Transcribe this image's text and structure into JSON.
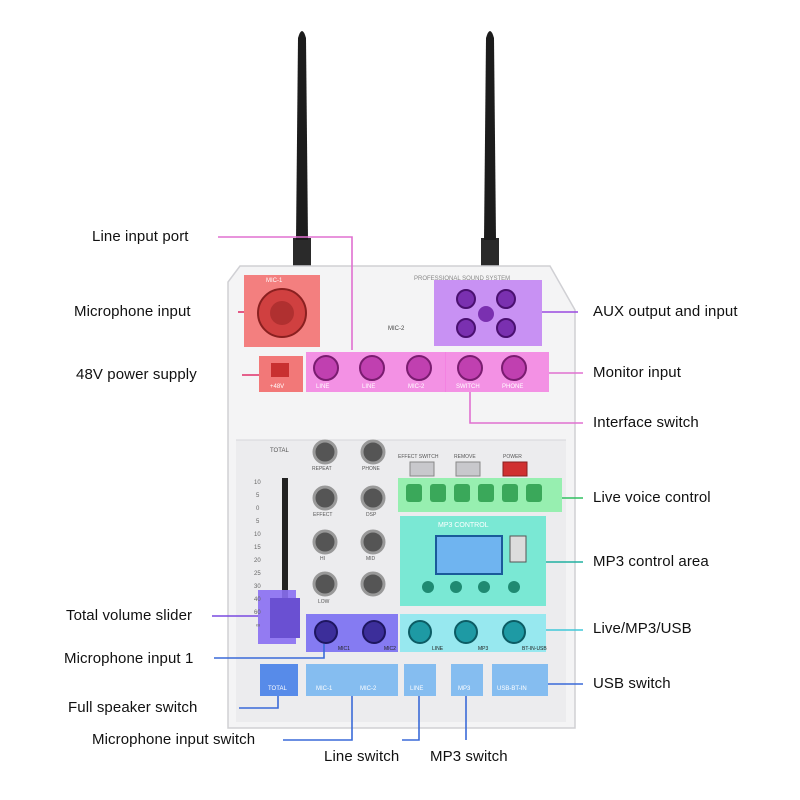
{
  "labels": {
    "line_input_port": "Line input port",
    "microphone_input": "Microphone input",
    "power_48v": "48V power supply",
    "total_volume_slider": "Total volume slider",
    "microphone_input_1": "Microphone input 1",
    "full_speaker_switch": "Full speaker switch",
    "microphone_input_switch": "Microphone input switch",
    "line_switch": "Line switch",
    "mp3_switch": "MP3 switch",
    "usb_switch": "USB switch",
    "live_mp3_usb": "Live/MP3/USB",
    "mp3_control_area": "MP3 control area",
    "live_voice_control": "Live voice control",
    "interface_switch": "Interface switch",
    "monitor_input": "Monitor input",
    "aux_output_input": "AUX output and input"
  },
  "device": {
    "brand_line": "PROFESSIONAL SOUND SYSTEM",
    "mic_label": "MIC-1",
    "mic2_header": "MIC-2",
    "v48": "+48V",
    "jack_labels": [
      "LINE",
      "LINE",
      "MIC-2",
      "SWITCH",
      "PHONE"
    ],
    "total_label": "TOTAL",
    "scale": [
      "10",
      "5",
      "0",
      "5",
      "10",
      "15",
      "20",
      "25",
      "30",
      "40",
      "60",
      "∞"
    ],
    "knob_labels_top": [
      "REPEAT",
      "PHONE"
    ],
    "knob_labels_mid": [
      "EFFECT",
      "DSP"
    ],
    "knob_labels_eq": [
      "HI",
      "MID",
      "LOW"
    ],
    "switch_labels_top": [
      "EFFECT SWITCH",
      "REMOVE",
      "POWER"
    ],
    "mp3_title": "MP3 CONTROL",
    "row_knob_labels": [
      "MIC1",
      "MIC2",
      "LINE",
      "MP3",
      "BT-IN-USB"
    ],
    "bottom_buttons": [
      "TOTAL",
      "MIC-1",
      "MIC-2",
      "LINE",
      "MP3",
      "USB-BT-IN"
    ]
  },
  "colors": {
    "red_highlight": "#f26a6a",
    "pink_highlight": "#f27fe0",
    "purple_highlight": "#c07ff2",
    "green_highlight": "#8ef0a8",
    "teal_highlight": "#6ee8d0",
    "cyan_highlight": "#8ee8ee",
    "violet_highlight": "#8a6ff2",
    "indigo_highlight": "#7a6ff2",
    "blue_highlight": "#7ab8f0",
    "line_red": "#e0306a",
    "line_pink": "#e070d0",
    "line_purple": "#9a4ae0",
    "line_green": "#30c060",
    "line_teal": "#20b0a0",
    "line_cyan": "#40c8d8",
    "line_blue": "#3a6ad8"
  }
}
